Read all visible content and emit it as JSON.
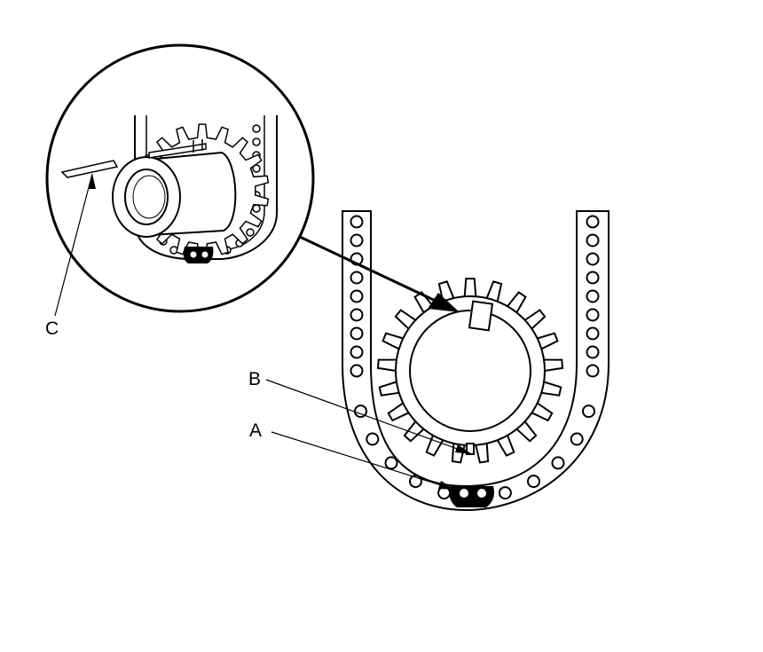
{
  "labels": {
    "a": "A",
    "b": "B",
    "c": "C"
  },
  "colors": {
    "line": "#000000",
    "background": "#ffffff",
    "mark": "#000000"
  },
  "icons": [
    "timing-chain",
    "crankshaft-sprocket",
    "sprocket-key",
    "alignment-plate",
    "colored-chain-link"
  ]
}
